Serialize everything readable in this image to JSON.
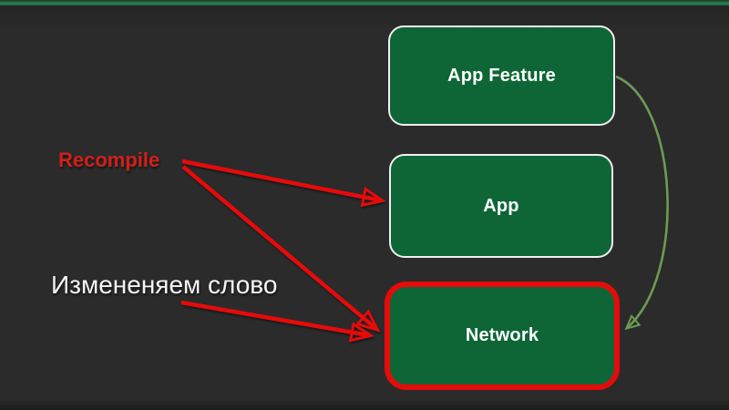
{
  "slide": {
    "labels": {
      "recompile": "Recompile",
      "change_word": "Измененяем слово"
    },
    "boxes": [
      {
        "id": "app-feature",
        "label": "App Feature",
        "highlighted": false
      },
      {
        "id": "app",
        "label": "App",
        "highlighted": false
      },
      {
        "id": "network",
        "label": "Network",
        "highlighted": true
      }
    ],
    "arrows": {
      "red": [
        {
          "from": "Recompile",
          "to": "App"
        },
        {
          "from": "Recompile",
          "to": "Network"
        },
        {
          "from": "Измененяем слово",
          "to": "Network"
        }
      ],
      "green": [
        {
          "from": "App Feature",
          "to": "Network"
        }
      ]
    },
    "colors": {
      "background": "#2b2b2b",
      "top_bar_green": "#2e7d4f",
      "box_fill": "#0e6636",
      "box_border": "#f0f0f0",
      "highlight_red": "#e60b0b",
      "arrow_red": "#e60b0b",
      "label_red": "#d1201a",
      "arrow_green": "#6d9b55",
      "text_white": "#f5f5f5"
    }
  }
}
